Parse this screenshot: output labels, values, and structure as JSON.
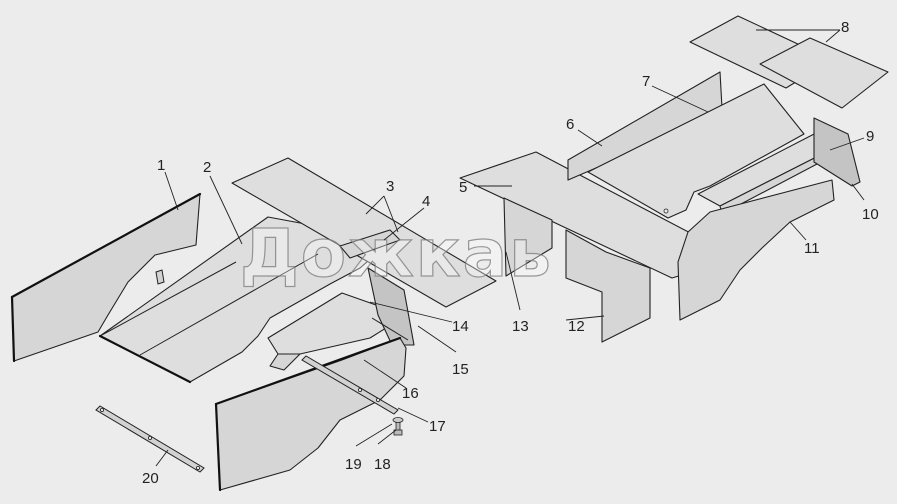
{
  "watermark": "Дожкаь",
  "callouts": {
    "c1": "1",
    "c2": "2",
    "c3": "3",
    "c4": "4",
    "c5": "5",
    "c6": "6",
    "c7": "7",
    "c8": "8",
    "c9": "9",
    "c10": "10",
    "c11": "11",
    "c12": "12",
    "c13": "13",
    "c14": "14",
    "c15": "15",
    "c16": "16",
    "c17": "17",
    "c18": "18",
    "c19": "19",
    "c20": "20"
  }
}
